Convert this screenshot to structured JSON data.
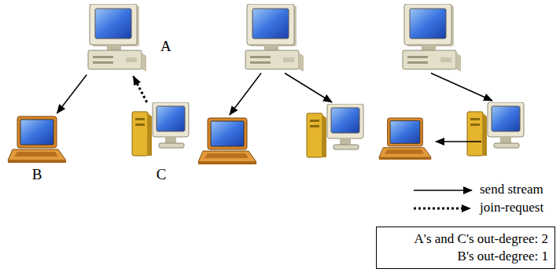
{
  "diagram": {
    "nodes": [
      {
        "text": [
          "A"
        ]
      },
      {
        "text": [
          "B"
        ]
      },
      {
        "text": [
          "C"
        ]
      },
      {
        "text": [
          "A's and C's out-degree: 2",
          "B's out-degree: 1"
        ]
      }
    ],
    "edges": [
      {
        "from": 0,
        "to": 1,
        "arrow": "to"
      },
      {
        "from": 2,
        "to": 0,
        "arrow": "to"
      }
    ],
    "legend": [
      {
        "text": "send stream"
      },
      {
        "text": "join-request"
      }
    ]
  }
}
